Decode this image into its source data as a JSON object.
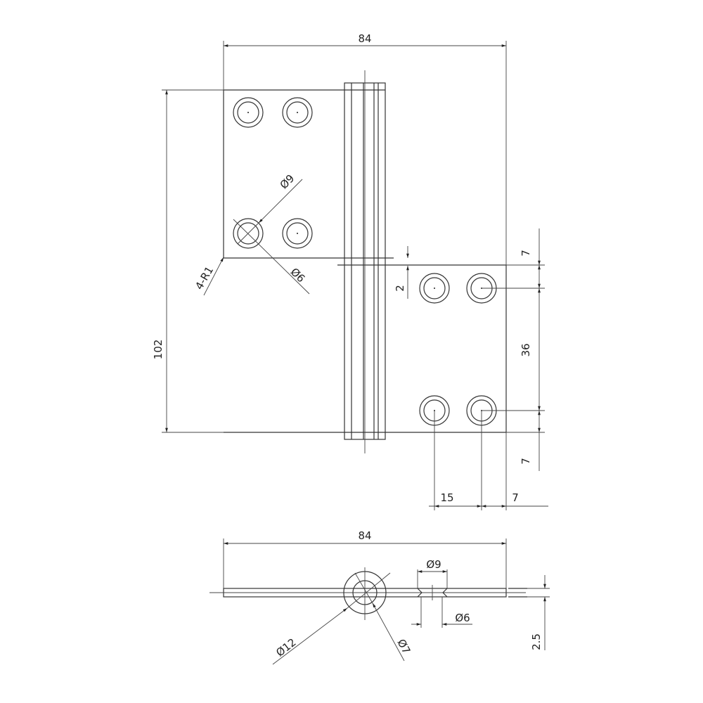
{
  "top_view": {
    "width_dim": "84",
    "height_dim": "102",
    "outer_hole_dim": "Ø9",
    "inner_hole_dim": "Ø6",
    "corner_radius_dim": "4-R1",
    "gap_dim": "2",
    "edge_top_dim": "7",
    "hole_spacing_v_dim": "36",
    "edge_bottom_dim": "7",
    "hole_spacing_h_dim": "15",
    "edge_right_dim": "7"
  },
  "side_view": {
    "width_dim": "84",
    "countersink_dim": "Ø9",
    "hole_dim": "Ø6",
    "knuckle_outer_dim": "Ø12",
    "pin_dim": "Ø7",
    "thickness_dim": "2.5"
  },
  "colors": {
    "line": "#333333",
    "background": "#ffffff"
  }
}
